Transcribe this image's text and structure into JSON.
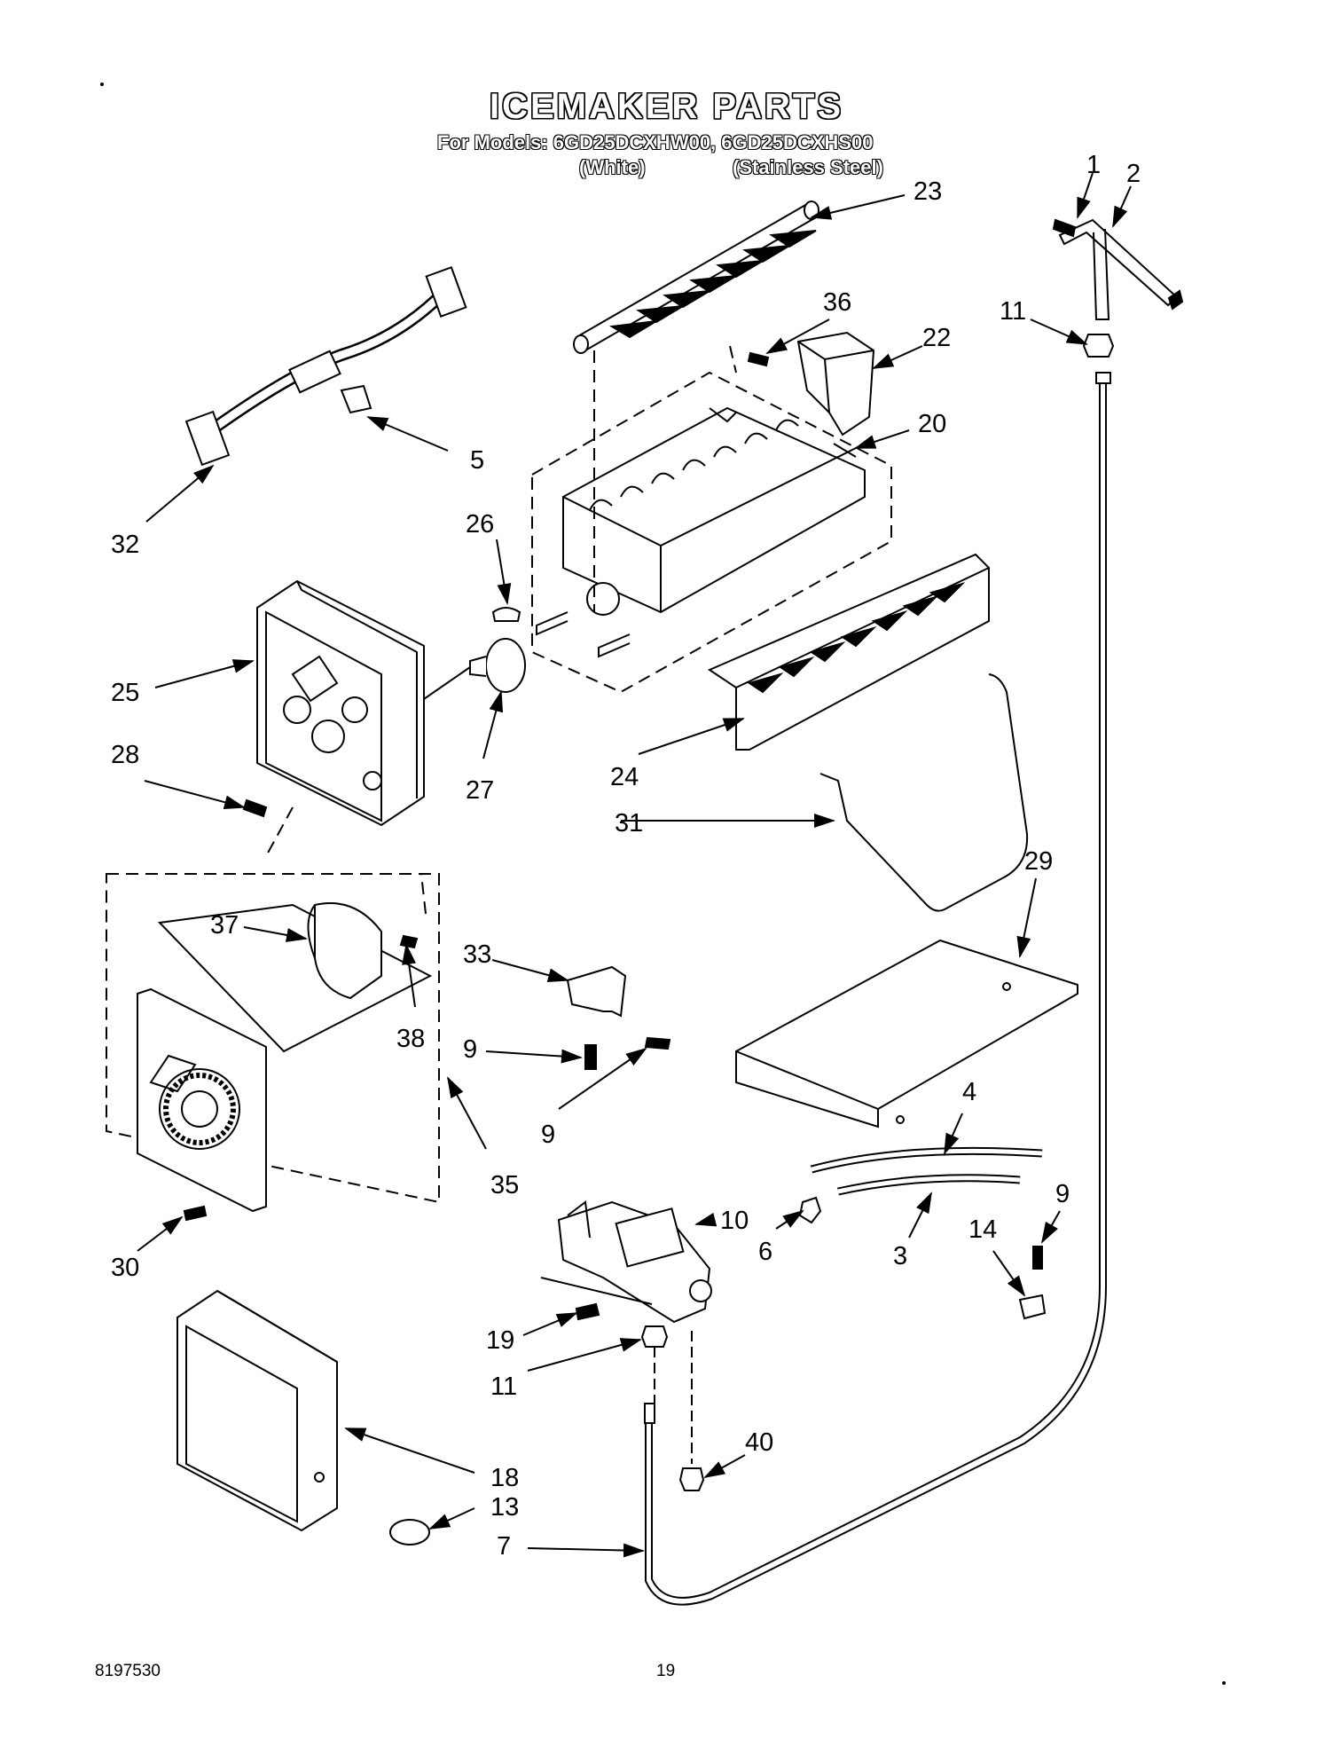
{
  "title": "ICEMAKER PARTS",
  "models_line": "For Models: 6GD25DCXHW00, 6GD25DCXHS00",
  "variant_white": "(White)",
  "variant_stainless": "(Stainless Steel)",
  "document_number": "8197530",
  "page_number": "19",
  "callouts": {
    "c1": "1",
    "c2": "2",
    "c23": "23",
    "c36": "36",
    "c22": "22",
    "c11a": "11",
    "c20": "20",
    "c5": "5",
    "c32": "32",
    "c26": "26",
    "c25": "25",
    "c27": "27",
    "c24": "24",
    "c28": "28",
    "c31": "31",
    "c29": "29",
    "c37": "37",
    "c33": "33",
    "c38": "38",
    "c9a": "9",
    "c9b": "9",
    "c35": "35",
    "c4": "4",
    "c10": "10",
    "c9c": "9",
    "c6": "6",
    "c3": "3",
    "c14": "14",
    "c30": "30",
    "c19": "19",
    "c11b": "11",
    "c40": "40",
    "c18": "18",
    "c13": "13",
    "c7": "7"
  }
}
